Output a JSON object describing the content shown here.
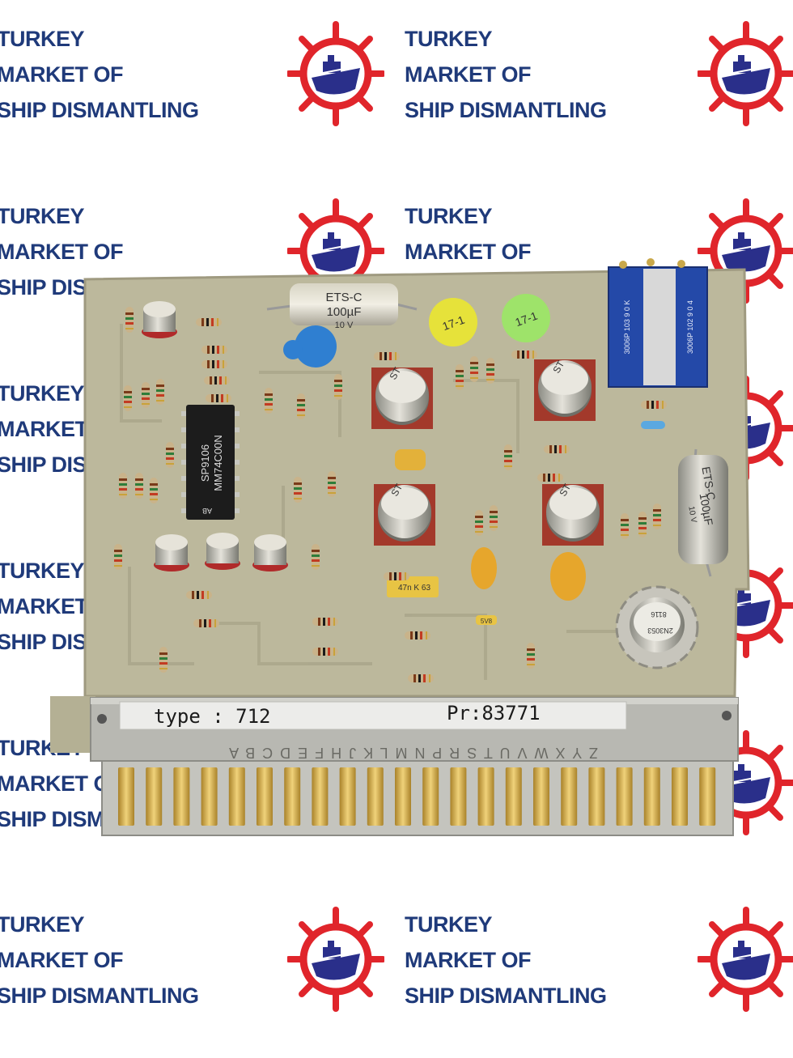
{
  "watermark": {
    "line1": "TURKEY",
    "line2": "MARKET OF",
    "line3": "SHIP DISMANTLING",
    "color": "#1f3a7a",
    "logo_ring_color": "#e0252b",
    "logo_ship_color": "#2a2f8a",
    "logo_icon": "ship-wheel-icon"
  },
  "board": {
    "label_type": "type  :  712",
    "label_pr": "Pr:83771",
    "connector_letters": "Z Y X W V U T S R P N M L K J H F E D C B A",
    "ic_line1": "SP9106",
    "ic_line2": "MM74C00N",
    "ic_line3": "AB",
    "cap_top_line1": "ETS-C",
    "cap_top_line2": "100µF",
    "cap_top_line3": "10 V",
    "cap_right_line1": "ETS-C",
    "cap_right_line2": "100µF",
    "cap_right_line3": "10 V",
    "sticker_yellow": "17-1",
    "sticker_green": "17-1",
    "trimmer_1": "3006P 103 9 0 K",
    "trimmer_2": "3006P 102 9 0 4",
    "film_cap": "47n K 63",
    "small_cap": "5V8",
    "transistor_big": "2N3053",
    "transistor_big_2": "8116",
    "transistor_mark": "ST",
    "pcb_color": "#b9b59a",
    "gold_color": "#d6b04a"
  }
}
